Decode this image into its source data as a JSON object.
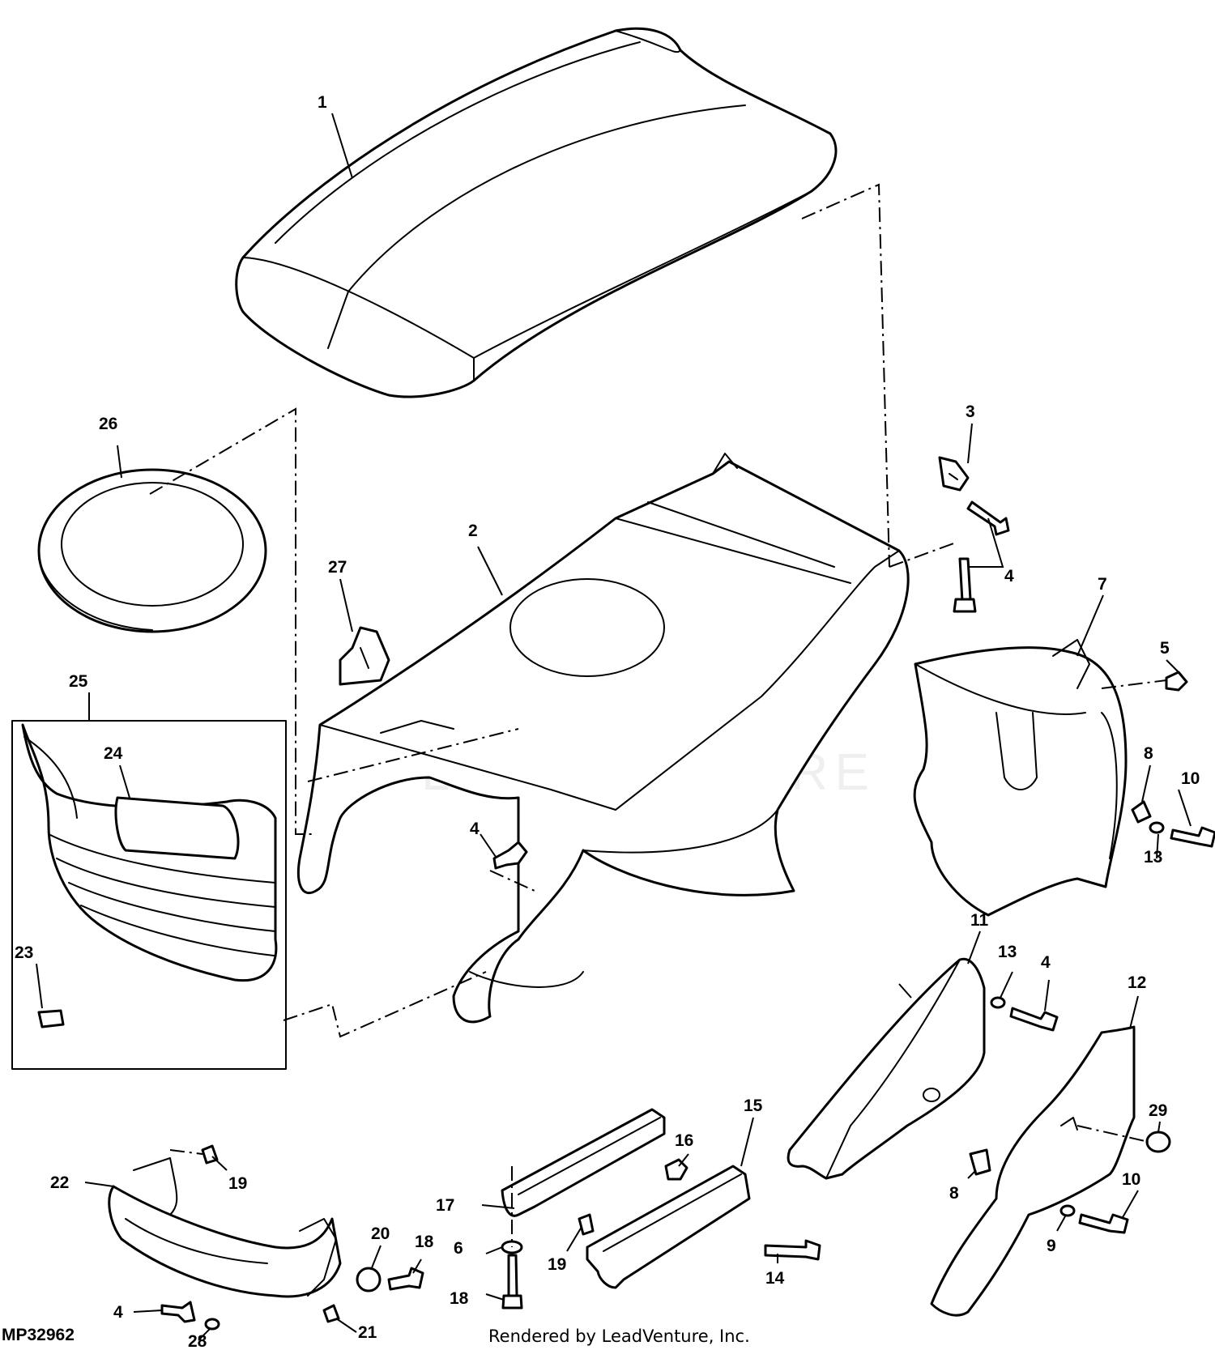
{
  "diagram": {
    "id": "MP32962",
    "credit": "Rendered by LeadVenture, Inc.",
    "watermark": "LEADVENTURE"
  },
  "callouts": [
    {
      "key": "c1",
      "label": "1"
    },
    {
      "key": "c2",
      "label": "2"
    },
    {
      "key": "c3",
      "label": "3"
    },
    {
      "key": "c4a",
      "label": "4"
    },
    {
      "key": "c4b",
      "label": "4"
    },
    {
      "key": "c4c",
      "label": "4"
    },
    {
      "key": "c4d",
      "label": "4"
    },
    {
      "key": "c5",
      "label": "5"
    },
    {
      "key": "c6",
      "label": "6"
    },
    {
      "key": "c7",
      "label": "7"
    },
    {
      "key": "c8a",
      "label": "8"
    },
    {
      "key": "c8b",
      "label": "8"
    },
    {
      "key": "c9",
      "label": "9"
    },
    {
      "key": "c10a",
      "label": "10"
    },
    {
      "key": "c10b",
      "label": "10"
    },
    {
      "key": "c11",
      "label": "11"
    },
    {
      "key": "c12",
      "label": "12"
    },
    {
      "key": "c13a",
      "label": "13"
    },
    {
      "key": "c13b",
      "label": "13"
    },
    {
      "key": "c14",
      "label": "14"
    },
    {
      "key": "c15",
      "label": "15"
    },
    {
      "key": "c16",
      "label": "16"
    },
    {
      "key": "c17",
      "label": "17"
    },
    {
      "key": "c18a",
      "label": "18"
    },
    {
      "key": "c18b",
      "label": "18"
    },
    {
      "key": "c19a",
      "label": "19"
    },
    {
      "key": "c19b",
      "label": "19"
    },
    {
      "key": "c20",
      "label": "20"
    },
    {
      "key": "c21",
      "label": "21"
    },
    {
      "key": "c22",
      "label": "22"
    },
    {
      "key": "c23",
      "label": "23"
    },
    {
      "key": "c24",
      "label": "24"
    },
    {
      "key": "c25",
      "label": "25"
    },
    {
      "key": "c26",
      "label": "26"
    },
    {
      "key": "c27",
      "label": "27"
    },
    {
      "key": "c28",
      "label": "28"
    },
    {
      "key": "c29",
      "label": "29"
    }
  ]
}
